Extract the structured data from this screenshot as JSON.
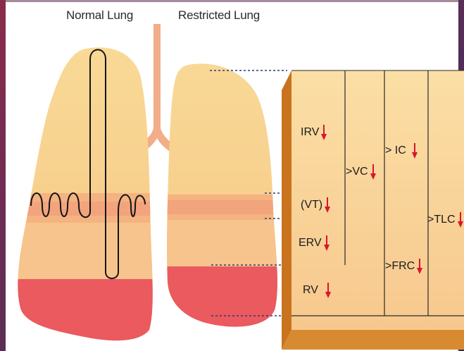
{
  "titles": {
    "normal": "Normal Lung",
    "restricted": "Restricted Lung"
  },
  "volumes": {
    "irv": "IRV",
    "vt": "(VT)",
    "erv": "ERV",
    "rv": "RV"
  },
  "capacities": {
    "vc": ">VC",
    "ic": "> IC",
    "tlc": ">TLC",
    "frc": ">FRC"
  },
  "colors": {
    "lung_light": "#f8d792",
    "lung_mid": "#f7bf8a",
    "lung_band": "#f2a17c",
    "lung_base": "#ea5a5e",
    "trachea": "#f2ad89",
    "box_face": "#fad79c",
    "box_side": "#c9731e",
    "arrow": "#d9152b",
    "frame_gradient_top": "#7a2a4a",
    "frame_gradient_bottom": "#1f2a5a"
  },
  "icons": {
    "decrease": "red-down-arrow-icon"
  }
}
